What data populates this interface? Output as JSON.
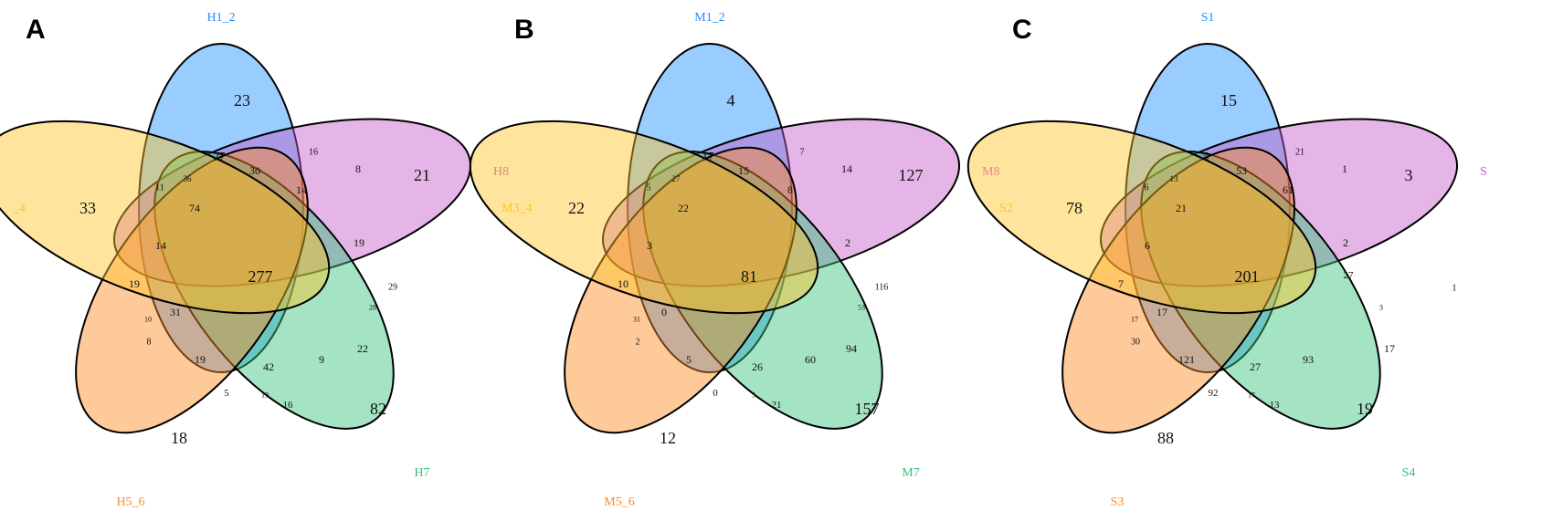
{
  "colors": {
    "blue": "#1E90FF",
    "violet": "#C45AC8",
    "green": "#36C27A",
    "orange": "#FF8A1E",
    "yellow": "#FFC425"
  },
  "panels": [
    {
      "letter": "A",
      "sets": [
        {
          "name": "H1_2",
          "color": "#1E90FF"
        },
        {
          "name": "H8",
          "color": "#C45AC8"
        },
        {
          "name": "H7",
          "color": "#36C27A"
        },
        {
          "name": "H5_6",
          "color": "#FF8A1E"
        },
        {
          "name": "_4",
          "color": "#FFC425"
        }
      ],
      "counts": [
        "23",
        "21",
        "82",
        "18",
        "33",
        "27",
        "16",
        "11",
        "8",
        "36",
        "74",
        "30",
        "14",
        "14",
        "19",
        "19",
        "10",
        "31",
        "8",
        "19",
        "29",
        "28",
        "22",
        "42",
        "9",
        "5",
        "19",
        "16",
        "277"
      ]
    },
    {
      "letter": "B",
      "sets": [
        {
          "name": "M1_2",
          "color": "#1E90FF"
        },
        {
          "name": "M8",
          "color": "#C45AC8"
        },
        {
          "name": "M7",
          "color": "#36C27A"
        },
        {
          "name": "M5_6",
          "color": "#FF8A1E"
        },
        {
          "name": "M3_4",
          "color": "#FFC425"
        }
      ],
      "counts": [
        "4",
        "127",
        "157",
        "12",
        "22",
        "17",
        "7",
        "5",
        "14",
        "27",
        "22",
        "15",
        "8",
        "3",
        "2",
        "10",
        "31",
        "0",
        "2",
        "5",
        "116",
        "53",
        "94",
        "26",
        "60",
        "0",
        "5",
        "21",
        "81"
      ]
    },
    {
      "letter": "C",
      "sets": [
        {
          "name": "S1",
          "color": "#1E90FF"
        },
        {
          "name": "S",
          "color": "#C45AC8"
        },
        {
          "name": "S4",
          "color": "#36C27A"
        },
        {
          "name": "S3",
          "color": "#FF8A1E"
        },
        {
          "name": "S2",
          "color": "#FFC425"
        }
      ],
      "counts": [
        "15",
        "3",
        "19",
        "88",
        "78",
        "5",
        "21",
        "6",
        "1",
        "13",
        "21",
        "53",
        "61",
        "6",
        "2",
        "7",
        "17",
        "17",
        "30",
        "121",
        "1",
        "3",
        "17",
        "27",
        "93",
        "92",
        "17",
        "13",
        "27",
        "201"
      ]
    }
  ]
}
